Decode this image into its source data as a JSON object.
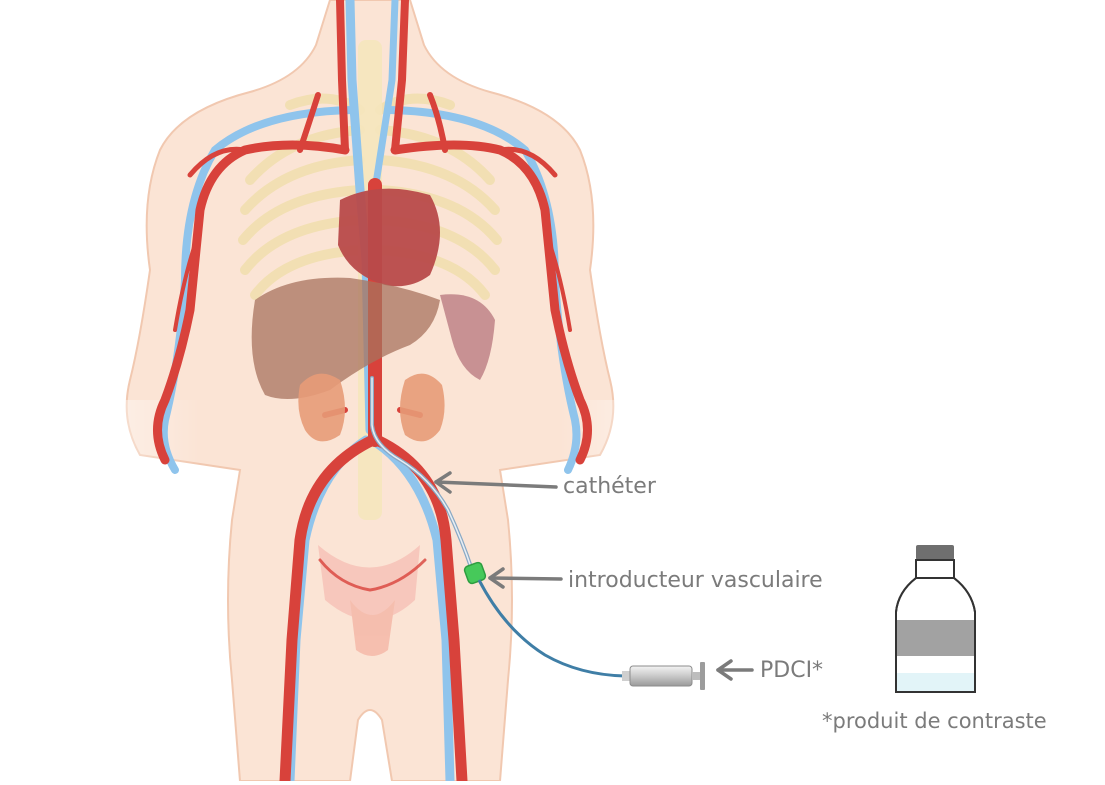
{
  "labels": {
    "catheter": "cathéter",
    "introducer": "introducteur vasculaire",
    "pdci": "PDCI*",
    "footnote": "*produit de contraste"
  },
  "icons": {
    "body": "human-body-outline",
    "arteries": "arterial-system",
    "veins": "venous-system",
    "heart": "heart",
    "liver": "liver",
    "spleen": "spleen",
    "kidneys": "kidneys",
    "ribcage": "ribcage",
    "pelvis": "pelvis",
    "catheter": "catheter-line",
    "introducer": "introducer-sheath",
    "syringe": "syringe",
    "bottle": "contrast-bottle",
    "arrow": "arrow-left"
  },
  "colors": {
    "skin": "#fbe4d5",
    "skin_outline": "#f1c8b0",
    "artery": "#d8423b",
    "vein": "#8fc4ec",
    "bone": "#f7e9c4",
    "heart": "#b84a4a",
    "liver": "#a8735e",
    "kidney": "#e79b78",
    "introducer": "#46c95a",
    "tube": "#3f7ea6",
    "label": "#7b7b7b",
    "bottle_band": "#a2a2a2",
    "bottle_cap": "#6f6f6f",
    "bottle_liquid": "#e2f4f8"
  }
}
